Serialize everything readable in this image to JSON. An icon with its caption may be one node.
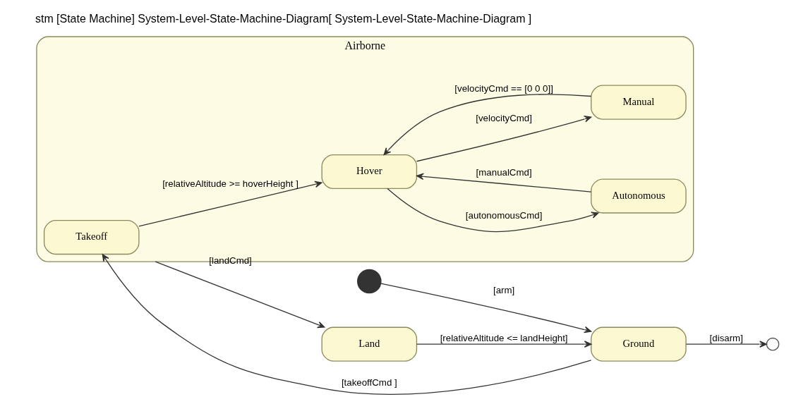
{
  "diagram": {
    "title": "stm [State Machine] System-Level-State-Machine-Diagram[ System-Level-State-Machine-Diagram ]",
    "nodes": [
      {
        "text": [],
        "shape": "circle"
      },
      {
        "text": [
          "Ground"
        ]
      },
      {
        "text": [],
        "shape": "circle"
      },
      {
        "text": [
          "Airborne"
        ]
      },
      {
        "text": [
          "Takeoff"
        ],
        "in": 3
      },
      {
        "text": [
          "Autonomous"
        ],
        "in": 3
      },
      {
        "text": [
          "Hover"
        ],
        "in": 3
      },
      {
        "text": [
          "Manual"
        ],
        "in": 3
      },
      {
        "text": [
          "Land"
        ]
      }
    ],
    "edges": [
      {
        "from": 0,
        "to": 1,
        "arrow": "to",
        "label": "[arm]"
      },
      {
        "from": 1,
        "to": 2,
        "arrow": "to",
        "label": "[disarm]"
      },
      {
        "from": 1,
        "to": 4,
        "arrow": "to",
        "label": "[takeoffCmd ]"
      },
      {
        "from": 4,
        "to": 6,
        "arrow": "to",
        "label": "[relativeAltitude >= hoverHeight ]"
      },
      {
        "from": 6,
        "to": 5,
        "arrow": "to",
        "label": "[autonomousCmd]"
      },
      {
        "from": 5,
        "to": 6,
        "arrow": "to",
        "label": "[manualCmd]"
      },
      {
        "from": 6,
        "to": 7,
        "arrow": "to",
        "label": "[velocityCmd]"
      },
      {
        "from": 7,
        "to": 6,
        "arrow": "to",
        "label": "[velocityCmd == [0 0 0]]"
      },
      {
        "from": 3,
        "to": 8,
        "arrow": "to",
        "label": "[landCmd]"
      },
      {
        "from": 8,
        "to": 1,
        "arrow": "to",
        "label": "[relativeAltitude <= landHeight]"
      }
    ]
  }
}
